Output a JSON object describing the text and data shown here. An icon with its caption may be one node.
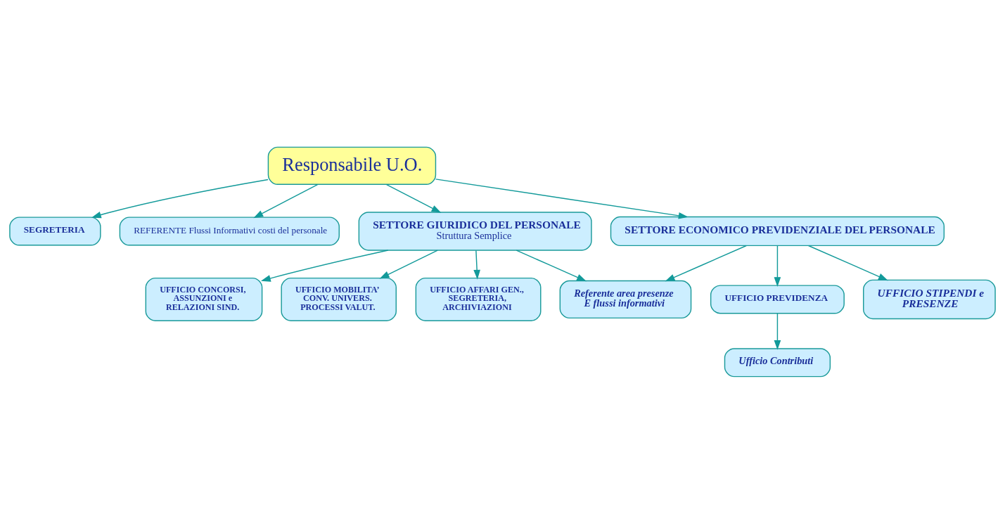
{
  "diagram": {
    "nodes": [
      {
        "text": [
          "Responsabile U.O."
        ]
      },
      {
        "text": [
          "SEGRETERIA"
        ]
      },
      {
        "text": [
          "REFERENTE Flussi Informativi costi del personale"
        ]
      },
      {
        "text": [
          "SETTORE GIURIDICO DEL PERSONALE",
          "Struttura Semplice"
        ]
      },
      {
        "text": [
          "SETTORE ECONOMICO PREVIDENZIALE DEL PERSONALE"
        ]
      },
      {
        "text": [
          "Referente area presenze E flussi informativi"
        ]
      },
      {
        "text": [
          "UFFICIO PREVIDENZA"
        ]
      },
      {
        "text": [
          "UFFICIO STIPENDI e PRESENZE"
        ]
      },
      {
        "text": [
          "UFFICIO CONCORSI, ASSUNZIONI e RELAZIONI SIND."
        ]
      },
      {
        "text": [
          "UFFICIO MOBILITA’ CONV. UNIVERS. PROCESSI VALUT."
        ]
      },
      {
        "text": [
          "UFFICIO AFFARI GEN., SEGRETERIA, ARCHIVIAZIONI"
        ]
      },
      {
        "text": [
          "Ufficio Contributi"
        ]
      }
    ],
    "edges": [
      {
        "from": 0,
        "to": 1,
        "arrow": "to"
      },
      {
        "from": 0,
        "to": 2,
        "arrow": "to"
      },
      {
        "from": 0,
        "to": 3,
        "arrow": "to"
      },
      {
        "from": 0,
        "to": 4,
        "arrow": "to"
      },
      {
        "from": 3,
        "to": 8,
        "arrow": "to"
      },
      {
        "from": 3,
        "to": 9,
        "arrow": "to"
      },
      {
        "from": 3,
        "to": 10,
        "arrow": "to"
      },
      {
        "from": 3,
        "to": 5,
        "arrow": "to"
      },
      {
        "from": 4,
        "to": 5,
        "arrow": "to"
      },
      {
        "from": 4,
        "to": 6,
        "arrow": "to"
      },
      {
        "from": 4,
        "to": 7,
        "arrow": "to"
      },
      {
        "from": 6,
        "to": 11,
        "arrow": "to"
      }
    ]
  }
}
